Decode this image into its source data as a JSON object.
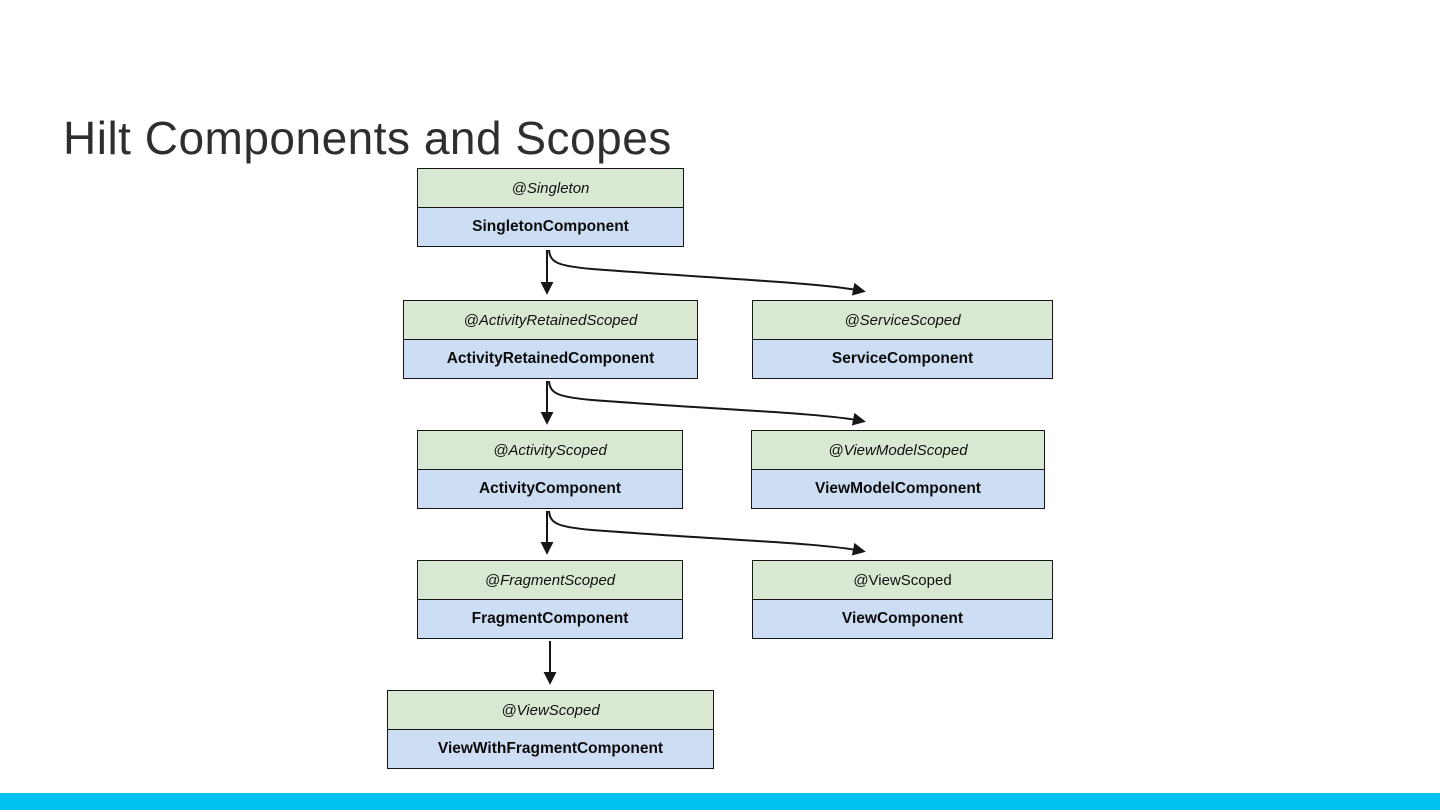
{
  "slide": {
    "title": "Hilt Components and Scopes",
    "accent_color": "#00c1f2"
  },
  "diagram": {
    "scope_bg": "#d9e8d2",
    "component_bg": "#cdddf3",
    "border_color": "#161616",
    "nodes": [
      {
        "scope": "@Singleton",
        "component": "SingletonComponent"
      },
      {
        "scope": "@ActivityRetainedScoped",
        "component": "ActivityRetainedComponent"
      },
      {
        "scope": "@ServiceScoped",
        "component": "ServiceComponent"
      },
      {
        "scope": "@ActivityScoped",
        "component": "ActivityComponent"
      },
      {
        "scope": "@ViewModelScoped",
        "component": "ViewModelComponent"
      },
      {
        "scope": "@FragmentScoped",
        "component": "FragmentComponent"
      },
      {
        "scope": "@ViewScoped",
        "component": "ViewComponent"
      },
      {
        "scope": "@ViewScoped",
        "component": "ViewWithFragmentComponent"
      }
    ],
    "edges": [
      {
        "from": "SingletonComponent",
        "to": "ActivityRetainedComponent"
      },
      {
        "from": "SingletonComponent",
        "to": "ServiceComponent"
      },
      {
        "from": "ActivityRetainedComponent",
        "to": "ActivityComponent"
      },
      {
        "from": "ActivityRetainedComponent",
        "to": "ViewModelComponent"
      },
      {
        "from": "ActivityComponent",
        "to": "FragmentComponent"
      },
      {
        "from": "ActivityComponent",
        "to": "ViewComponent"
      },
      {
        "from": "FragmentComponent",
        "to": "ViewWithFragmentComponent"
      }
    ]
  }
}
